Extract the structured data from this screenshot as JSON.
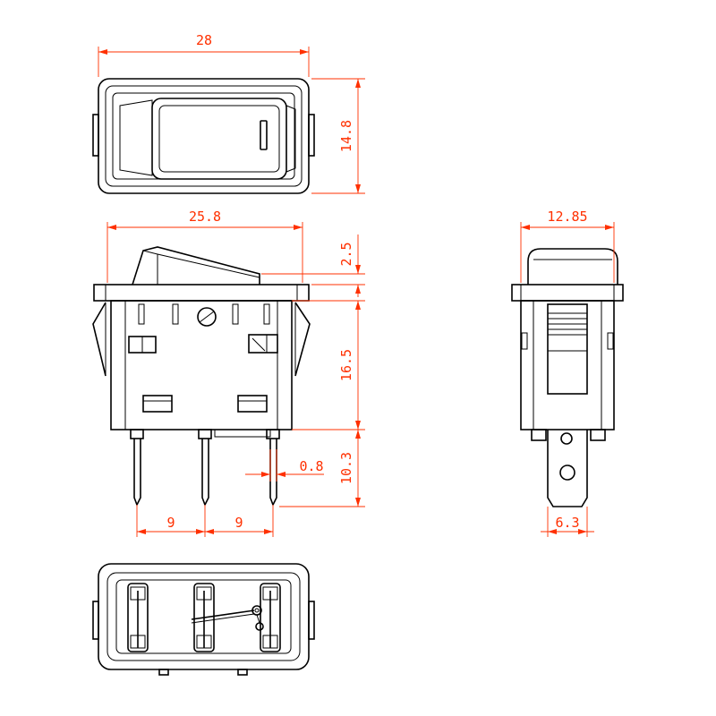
{
  "dimensions": {
    "top_width": "28",
    "top_height": "14.8",
    "side_width": "25.8",
    "rocker_height": "2.5",
    "body_height": "16.5",
    "pin_length": "10.3",
    "pin_thickness": "0.8",
    "pin_pitch_left": "9",
    "pin_pitch_right": "9",
    "end_width": "12.85",
    "terminal_width": "6.3"
  },
  "colors": {
    "outline": "#000000",
    "dimension": "#ff3000",
    "background": "#ffffff"
  }
}
